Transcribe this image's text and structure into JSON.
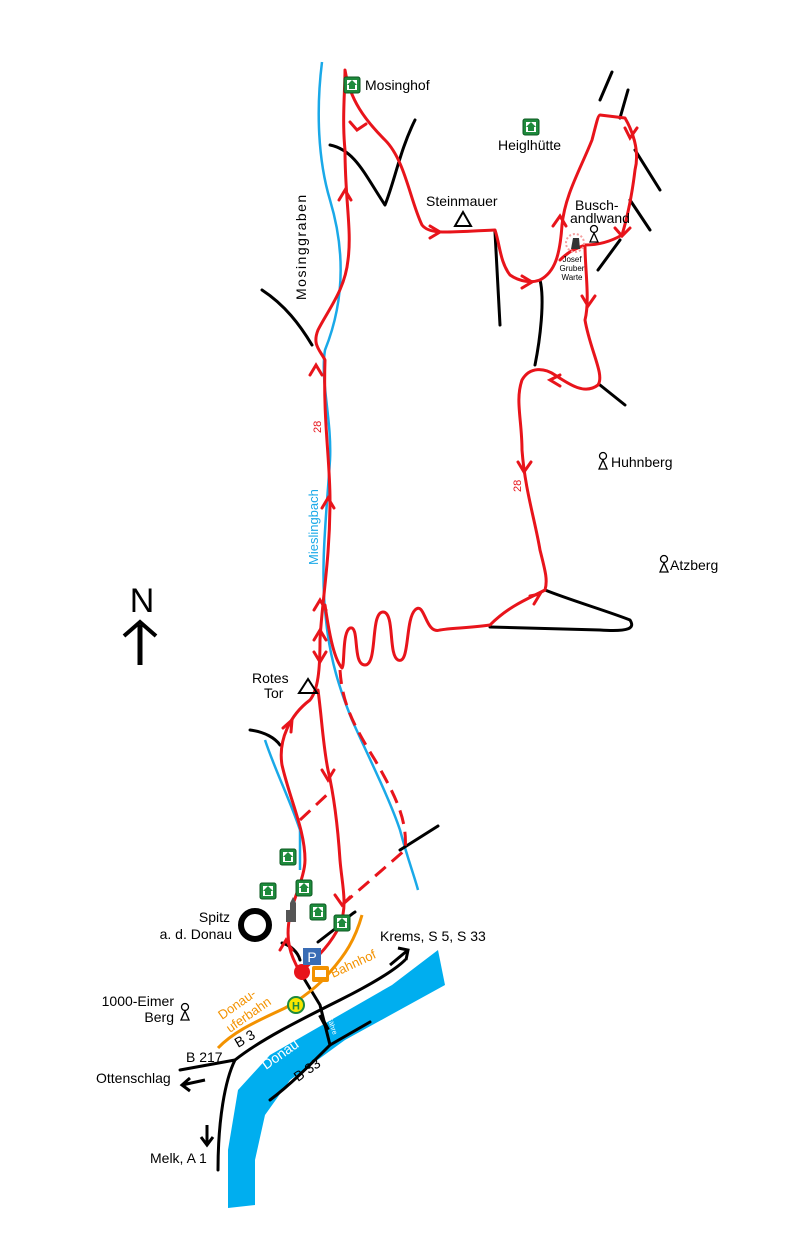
{
  "title": "Wanderkarte Spitz an der Donau – Mieslingtal",
  "colors": {
    "route": "#e8141b",
    "stream": "#1aa9e8",
    "danube": "#00aeef",
    "rail": "#f39200",
    "road": "#000000",
    "hut": "#1e8a3c",
    "parking": "#3a6db5"
  },
  "labels": {
    "north": "N",
    "mosinghof": "Mosinghof",
    "heiglhuette": "Heiglhütte",
    "steinmauer": "Steinmauer",
    "buschandlwand_1": "Busch-",
    "buschandlwand_2": "andlwand",
    "josef": "Josef",
    "gruber": "Gruber",
    "warte": "Warte",
    "mosinggraben": "Mosinggraben",
    "mieslingbach": "Mieslingbach",
    "route_number_1": "28",
    "route_number_2": "28",
    "huhnberg": "Huhnberg",
    "atzberg": "Atzberg",
    "rotes_tor_1": "Rotes",
    "rotes_tor_2": "Tor",
    "spitz_1": "Spitz",
    "spitz_2": "a. d. Donau",
    "krems": "Krems, S 5, S 33",
    "bahnhof": "Bahnhof",
    "donauuferbahn_1": "Donau-",
    "donauuferbahn_2": "uferbahn",
    "eimer_1": "1000-Eimer",
    "eimer_2": "Berg",
    "b3": "B 3",
    "b217": "B 217",
    "b33": "B 33",
    "donau": "Donau",
    "faehre": "Fähre",
    "ottenschlag": "Ottenschlag",
    "melk": "Melk, A 1",
    "parking": "P",
    "bus_stop": "H"
  }
}
